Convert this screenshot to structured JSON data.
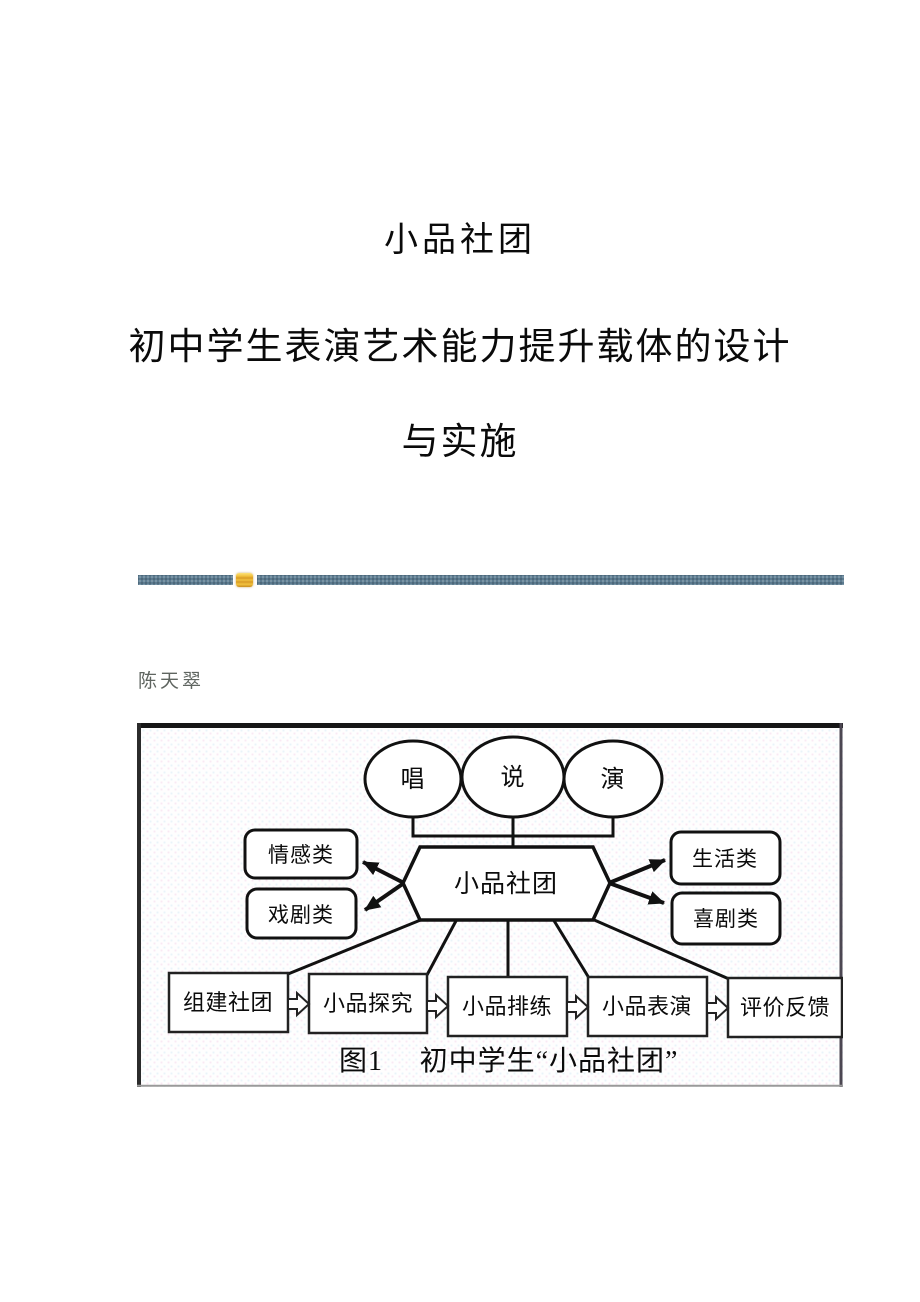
{
  "page": {
    "title": "小品社团",
    "subtitle_line1": "初中学生表演艺术能力提升载体的设计",
    "subtitle_line2": "与实施",
    "author": "陈天翠"
  },
  "figure": {
    "caption_label": "图1",
    "caption_text": "初中学生“小品社团”",
    "ellipses": [
      "唱",
      "说",
      "演"
    ],
    "hexagon_label": "小品社团",
    "left_categories": [
      "情感类",
      "戏剧类"
    ],
    "right_categories": [
      "生活类",
      "喜剧类"
    ],
    "process_steps": [
      "组建社团",
      "小品探究",
      "小品排练",
      "小品表演",
      "评价反馈"
    ]
  },
  "colors": {
    "divider_bar": "#5c7b90",
    "divider_icon_gold": "#f2c23e",
    "divider_icon_stripe": "#d89a25",
    "author_text": "#5f6560",
    "diagram_stroke": "#111111",
    "figure_border_top": "#161616",
    "figure_border_left": "#2b2b2b",
    "figure_border_right": "#4c4752",
    "figure_border_bottom": "#9a9a9a"
  }
}
